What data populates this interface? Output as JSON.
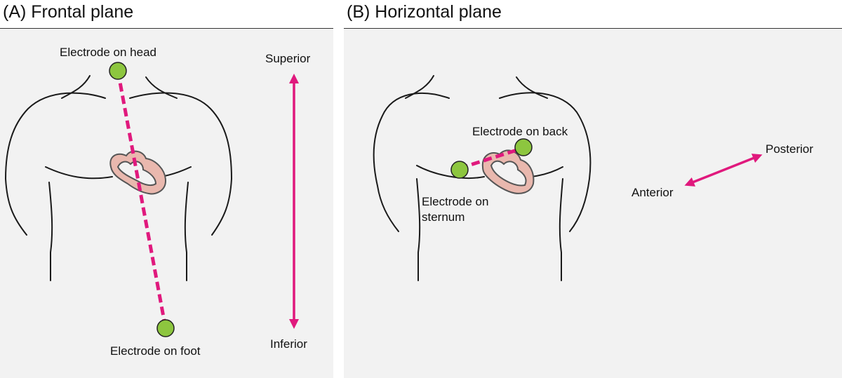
{
  "panels": [
    {
      "title": "(A) Frontal plane",
      "electrodes": [
        "Electrode on head",
        "Electrode on foot"
      ],
      "axis": {
        "top": "Superior",
        "bottom": "Inferior"
      }
    },
    {
      "title": "(B) Horizontal plane",
      "electrodes": [
        "Electrode on back",
        "Electrode on\nsternum"
      ],
      "axis": {
        "start": "Anterior",
        "end": "Posterior"
      }
    }
  ],
  "colors": {
    "panel_background": "#f2f2f2",
    "lead_line": "#e0197d",
    "electrode": "#8dc63f",
    "heart": "#e9b8ae",
    "body_outline": "#1a1a1a"
  }
}
